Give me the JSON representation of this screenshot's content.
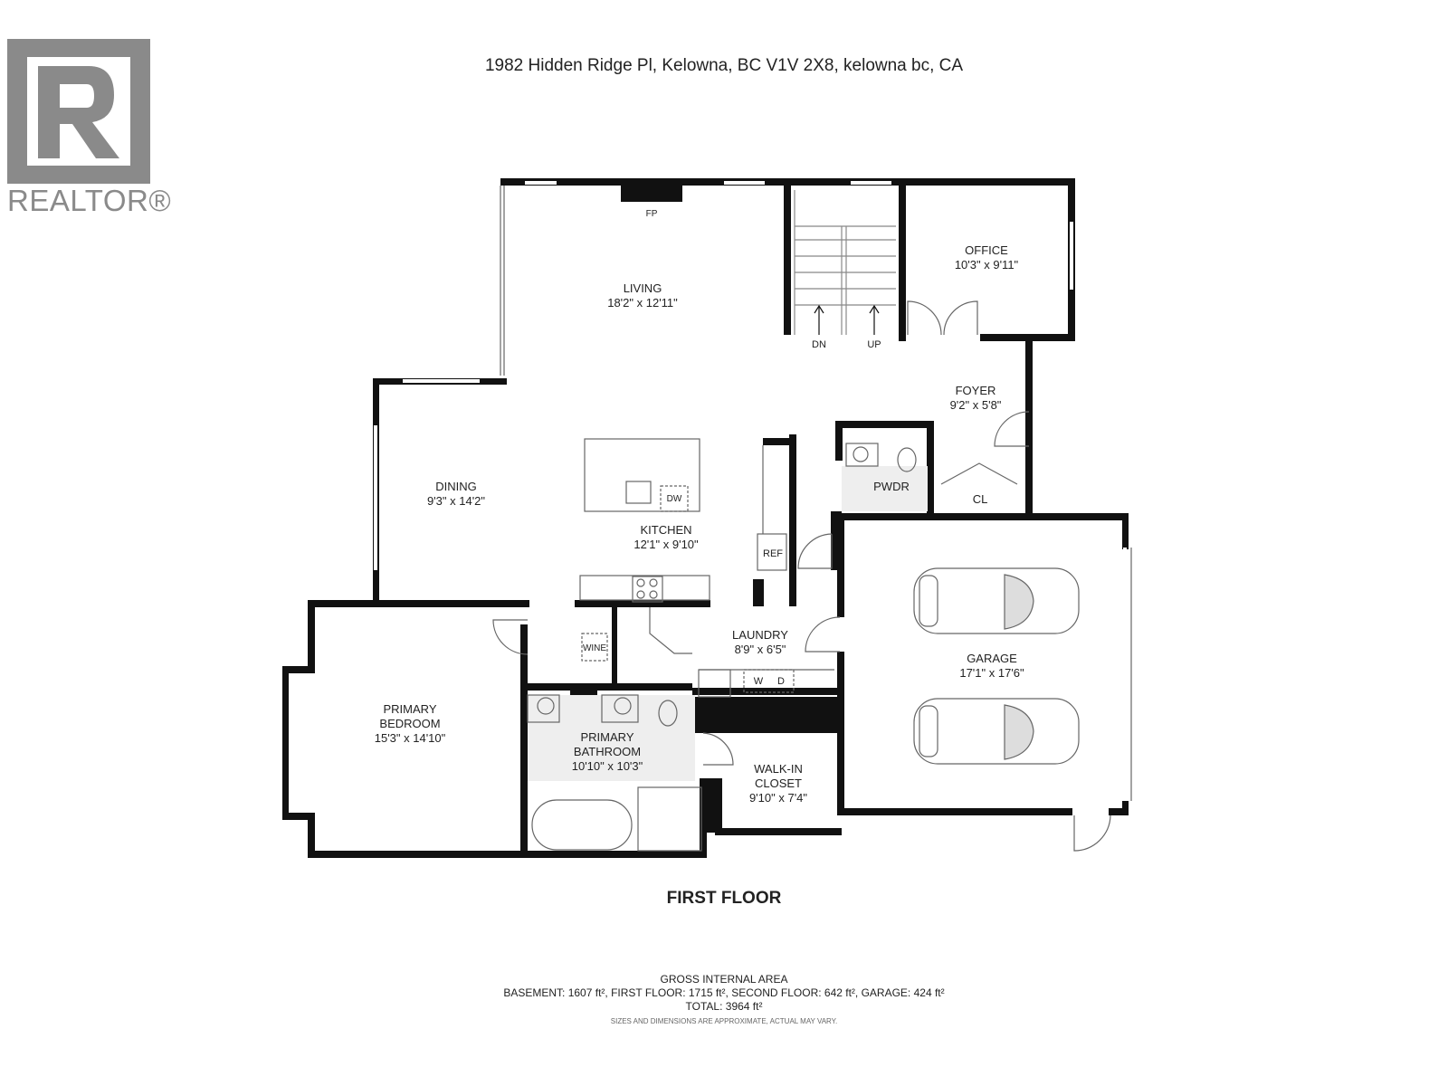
{
  "header": {
    "address": "1982 Hidden Ridge Pl, Kelowna, BC V1V 2X8, kelowna bc, CA"
  },
  "logo": {
    "text": "REALTOR®",
    "icon": "realtor-r-logo",
    "color": "#8a8a8a"
  },
  "rooms": [
    {
      "name": "LIVING",
      "dims": "18'2\" x 12'11\""
    },
    {
      "name": "OFFICE",
      "dims": "10'3\" x 9'11\""
    },
    {
      "name": "FOYER",
      "dims": "9'2\" x 5'8\""
    },
    {
      "name": "DINING",
      "dims": "9'3\" x 14'2\""
    },
    {
      "name": "KITCHEN",
      "dims": "12'1\" x 9'10\""
    },
    {
      "name": "LAUNDRY",
      "dims": "8'9\" x 6'5\""
    },
    {
      "name": "GARAGE",
      "dims": "17'1\" x 17'6\""
    },
    {
      "name": "PRIMARY BEDROOM",
      "line1": "PRIMARY",
      "line2": "BEDROOM",
      "dims": "15'3\" x 14'10\""
    },
    {
      "name": "PRIMARY BATHROOM",
      "line1": "PRIMARY",
      "line2": "BATHROOM",
      "dims": "10'10\" x 10'3\""
    },
    {
      "name": "WALK-IN CLOSET",
      "line1": "WALK-IN",
      "line2": "CLOSET",
      "dims": "9'10\" x 7'4\""
    }
  ],
  "fixtures": {
    "fp": "FP",
    "dn": "DN",
    "up": "UP",
    "pwdr": "PWDR",
    "cl": "CL",
    "ref": "REF",
    "dw": "DW",
    "wine": "WINE",
    "w": "W",
    "d": "D"
  },
  "floor_label": "FIRST FLOOR",
  "footer": {
    "title": "GROSS INTERNAL AREA",
    "areas": "BASEMENT: 1607 ft², FIRST FLOOR: 1715 ft², SECOND FLOOR: 642 ft², GARAGE: 424 ft²",
    "total": "TOTAL: 3964 ft²",
    "disclaimer": "SIZES AND DIMENSIONS ARE APPROXIMATE, ACTUAL MAY VARY."
  }
}
